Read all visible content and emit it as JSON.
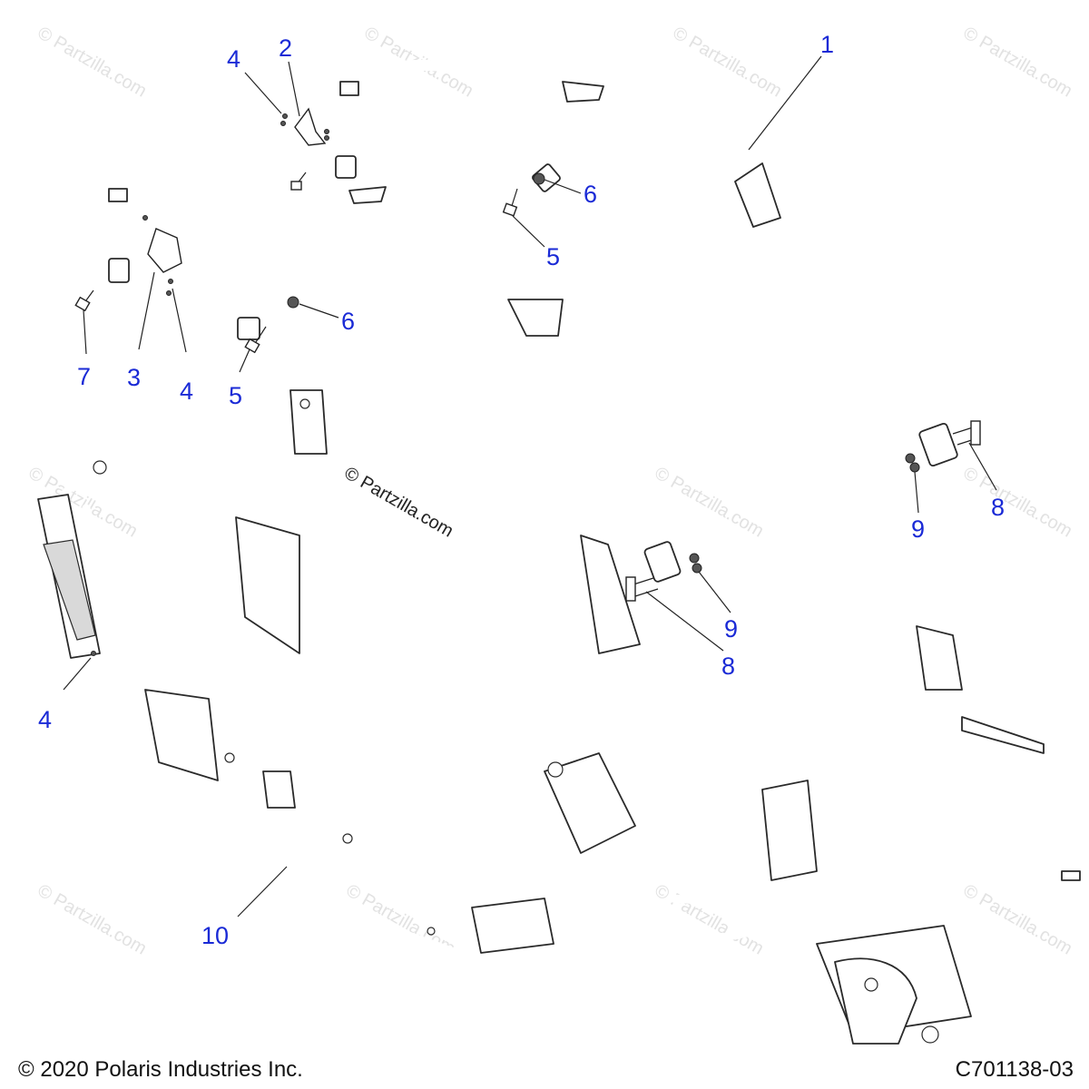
{
  "diagram": {
    "callouts": [
      "1",
      "2",
      "3",
      "4",
      "4",
      "4",
      "5",
      "5",
      "6",
      "6",
      "7",
      "8",
      "8",
      "9",
      "9",
      "10"
    ],
    "watermark": "© Partzilla.com",
    "copyright": "© 2020 Polaris Industries Inc.",
    "part_code": "C701138-03"
  }
}
